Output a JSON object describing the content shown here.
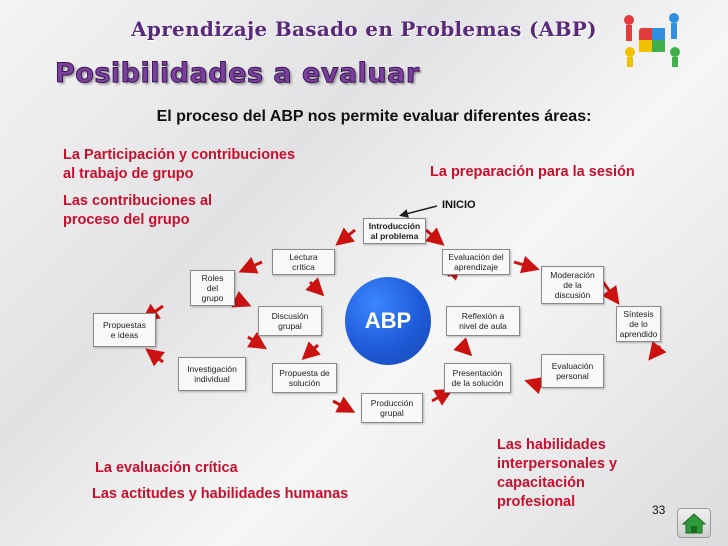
{
  "header": {
    "top_title": "Aprendizaje Basado en Problemas  (ABP)",
    "main_title": "Posibilidades a evaluar",
    "subtitle": "El proceso del ABP nos permite evaluar diferentes áreas:"
  },
  "areas": {
    "participacion_l1": "La Participación y contribuciones",
    "participacion_l2": "al trabajo de grupo",
    "contribuciones_l1": "Las contribuciones al",
    "contribuciones_l2": "proceso del grupo",
    "preparacion": "La preparación para la sesión",
    "evaluacion_critica": "La evaluación crítica",
    "actitudes": "Las actitudes y habilidades humanas",
    "habilidades_l1": "Las habilidades",
    "habilidades_l2": "interpersonales y",
    "habilidades_l3": "capacitación",
    "habilidades_l4": "profesional"
  },
  "diagram": {
    "center": "ABP",
    "inicio": "INICIO",
    "nodes": {
      "introduccion_l1": "Introducción",
      "introduccion_l2": "al problema",
      "lectura_l1": "Lectura",
      "lectura_l2": "crítica",
      "evaluacion_aprendizaje_l1": "Evaluación del",
      "evaluacion_aprendizaje_l2": "aprendizaje",
      "roles_l1": "Roles",
      "roles_l2": "del",
      "roles_l3": "grupo",
      "moderacion_l1": "Moderación",
      "moderacion_l2": "de la",
      "moderacion_l3": "discusión",
      "discusion_l1": "Discusión",
      "discusion_l2": "grupal",
      "reflexion_l1": "Reflexión a",
      "reflexion_l2": "nivel de aula",
      "propuestas_l1": "Propuestas",
      "propuestas_l2": "e ideas",
      "sintesis_l1": "Síntesis",
      "sintesis_l2": "de lo",
      "sintesis_l3": "aprendido",
      "investigacion_l1": "Investigación",
      "investigacion_l2": "individual",
      "propuesta_solucion_l1": "Propuesta de",
      "propuesta_solucion_l2": "solución",
      "presentacion_l1": "Presentación",
      "presentacion_l2": "de la solución",
      "evaluacion_personal_l1": "Evaluación",
      "evaluacion_personal_l2": "personal",
      "produccion_l1": "Producción",
      "produccion_l2": "grupal"
    }
  },
  "footer": {
    "slide_number": "33"
  },
  "colors": {
    "title_purple": "#5a2a7a",
    "accent_red": "#c8102e",
    "center_blue": "#1f5bd8"
  },
  "icons": [
    "puzzle-team-icon",
    "home-icon"
  ]
}
